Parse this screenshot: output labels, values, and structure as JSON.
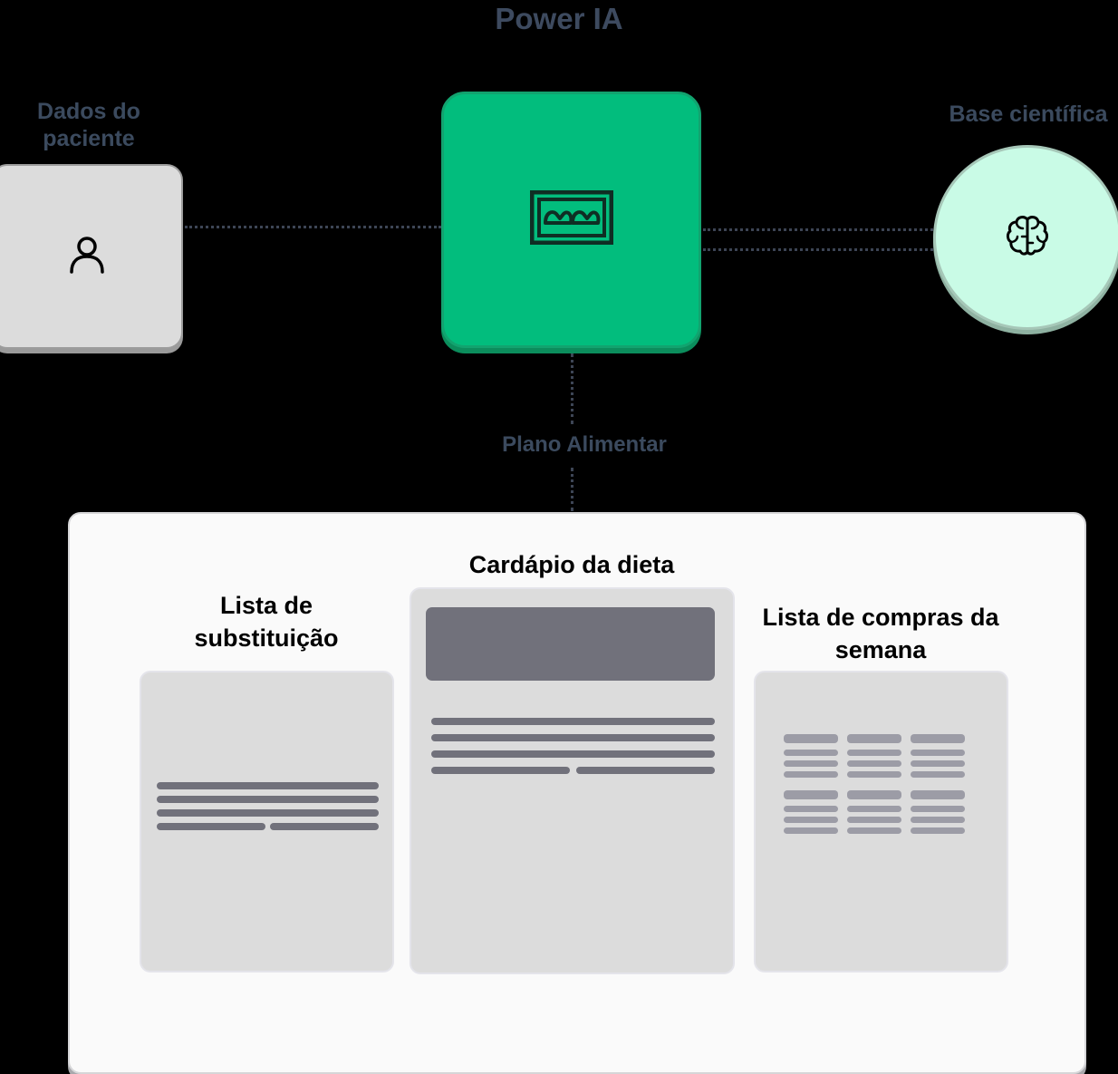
{
  "title": "Power IA",
  "nodes": {
    "patient": {
      "label": "Dados do paciente",
      "icon": "user-icon"
    },
    "ai": {
      "icon": "ai-logo-icon"
    },
    "science": {
      "label": "Base científica",
      "icon": "brain-icon"
    }
  },
  "output_label": "Plano Alimentar",
  "plan": {
    "columns": [
      {
        "title": "Lista de substituição"
      },
      {
        "title": "Cardápio da dieta"
      },
      {
        "title": "Lista de compras da semana"
      }
    ]
  },
  "colors": {
    "background": "#000000",
    "ai_green": "#02bd7d",
    "science_mint": "#c9fbe6",
    "label_slate": "#3b4a5e",
    "placeholder_bar": "#71717b"
  }
}
